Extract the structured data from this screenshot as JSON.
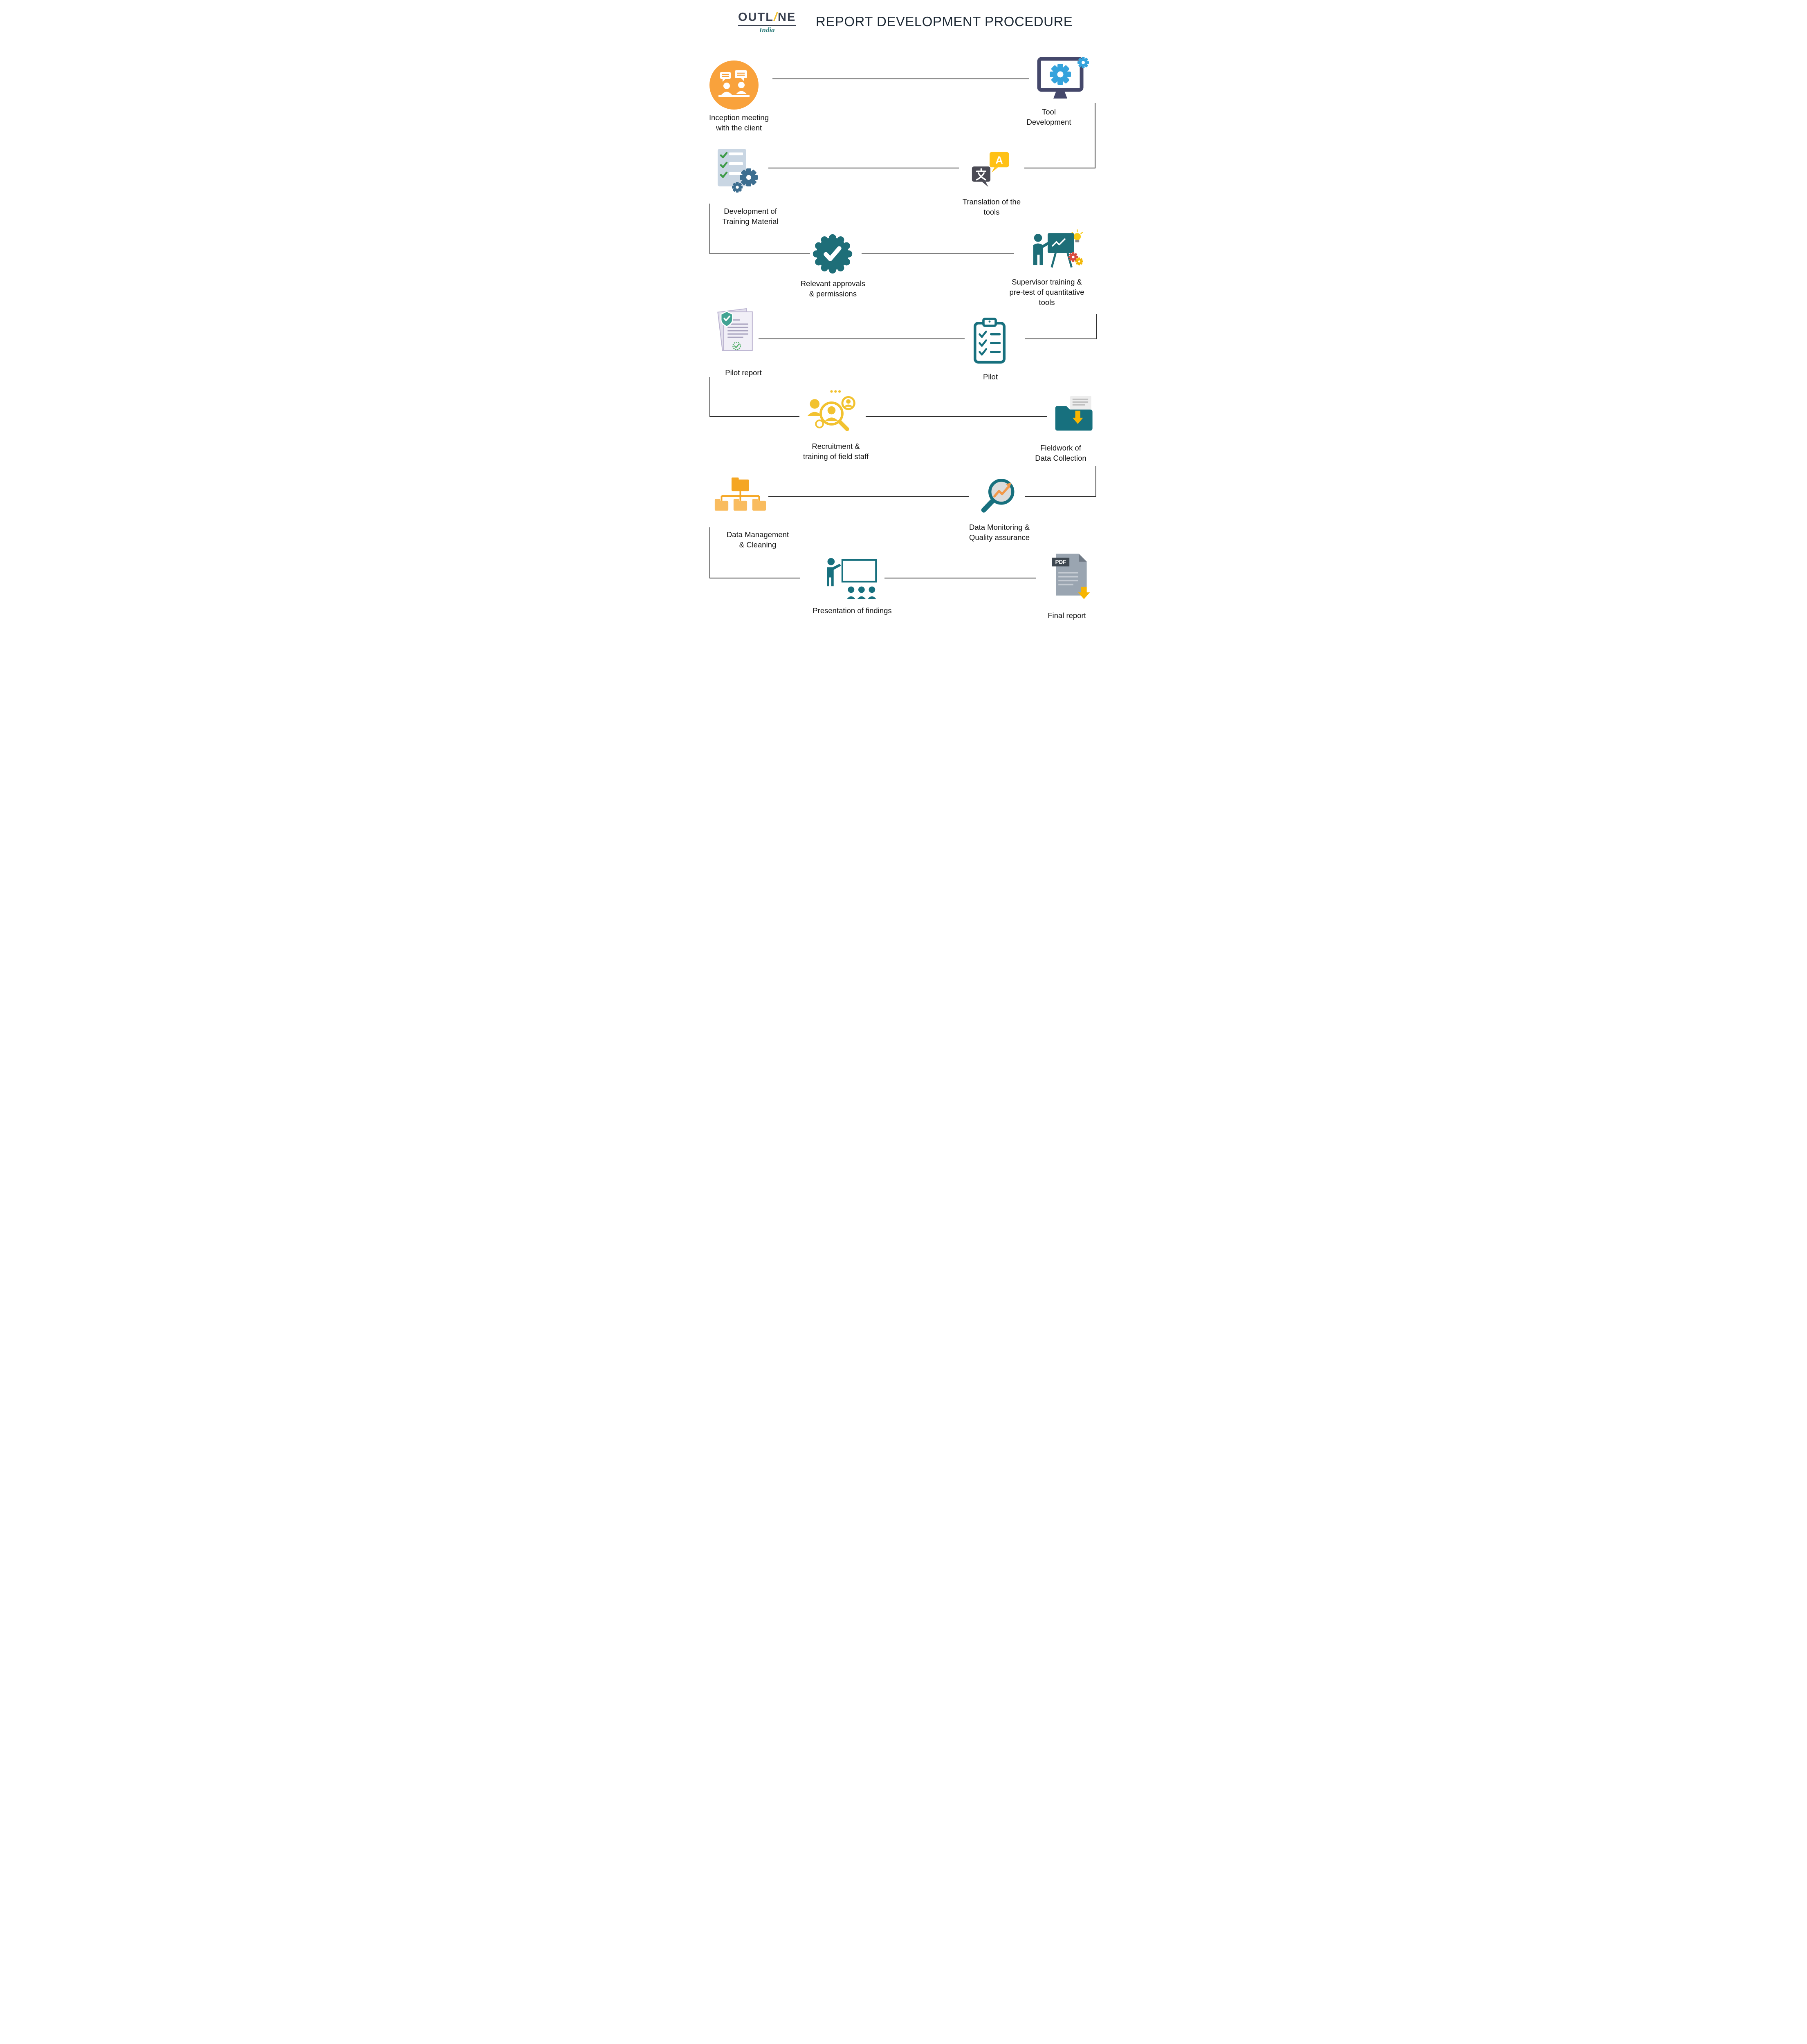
{
  "header": {
    "logo": {
      "part1": "OUTL",
      "slash": "/",
      "part2": "NE",
      "subtitle": "India"
    },
    "title": "REPORT DEVELOPMENT PROCEDURE"
  },
  "steps": [
    {
      "label": "Inception meeting\nwith the client",
      "icon": "meeting-icon"
    },
    {
      "label": "Tool\nDevelopment",
      "icon": "tool-development-icon"
    },
    {
      "label": "Translation of the\ntools",
      "icon": "translation-icon",
      "glyphs": {
        "latin": "A",
        "cjk": "文"
      }
    },
    {
      "label": "Development of\nTraining Material",
      "icon": "training-material-icon"
    },
    {
      "label": "Relevant approvals\n& permissions",
      "icon": "approval-seal-icon"
    },
    {
      "label": "Supervisor training &\npre-test of quantitative\ntools",
      "icon": "supervisor-training-icon"
    },
    {
      "label": "Pilot",
      "icon": "pilot-checklist-icon"
    },
    {
      "label": "Pilot report",
      "icon": "pilot-report-icon"
    },
    {
      "label": "Recruitment &\ntraining of field staff",
      "icon": "recruitment-icon"
    },
    {
      "label": "Fieldwork of\nData Collection",
      "icon": "fieldwork-icon"
    },
    {
      "label": "Data Monitoring &\nQuality assurance",
      "icon": "data-monitoring-icon"
    },
    {
      "label": "Data Management\n& Cleaning",
      "icon": "data-management-icon"
    },
    {
      "label": "Presentation of findings",
      "icon": "presentation-icon"
    },
    {
      "label": "Final report",
      "icon": "final-report-icon",
      "badge": "PDF"
    }
  ],
  "colors": {
    "orange": "#F9A23C",
    "yellow": "#F2C12E",
    "gold": "#F7B500",
    "teal": "#17707E",
    "navy": "#45486B",
    "blue": "#35A3DC",
    "line": "#2D2D2D",
    "title_text": "#1D2935"
  }
}
